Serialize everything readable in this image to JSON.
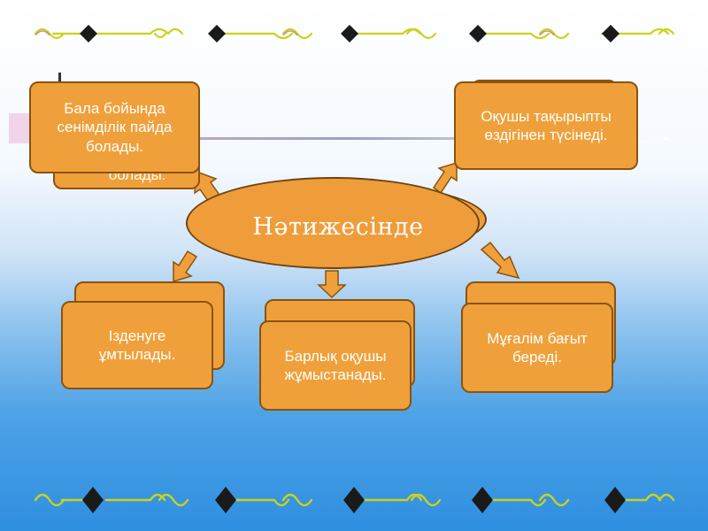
{
  "diagram": {
    "center": {
      "label": "Нәтижесінде"
    },
    "nodes": {
      "top_left": {
        "label": "Бала бойында сенімділік пайда болады.",
        "ghost_label": "болады."
      },
      "top_right": {
        "label": "Оқушы тақырыпты өздігінен түсінеді."
      },
      "bottom_left": {
        "label": "Ізденуге ұмтылады."
      },
      "bottom_center": {
        "label": "Барлық оқушы жұмыстанады."
      },
      "bottom_right": {
        "label": "Мұғалім бағыт береді."
      }
    }
  },
  "colors": {
    "box_fill": "#f0a03a",
    "box_border": "#8a5310",
    "arrow_fill": "#f0a03a",
    "ornament_gold": "#c8d21a",
    "ornament_dark": "#1a1a1a"
  }
}
